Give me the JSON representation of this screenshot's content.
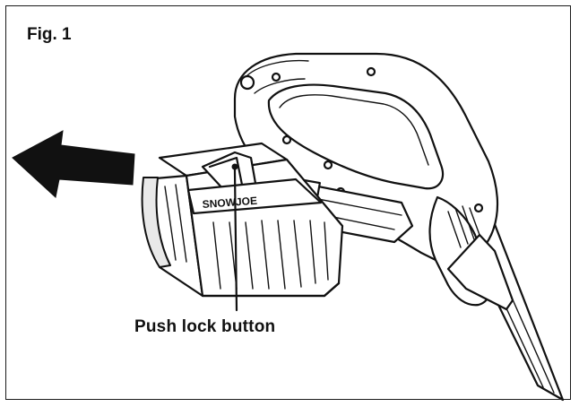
{
  "figure": {
    "label": "Fig. 1",
    "callout": "Push lock button",
    "battery_brand": "SNOWJOE"
  },
  "colors": {
    "ink": "#111111",
    "background": "#ffffff"
  }
}
